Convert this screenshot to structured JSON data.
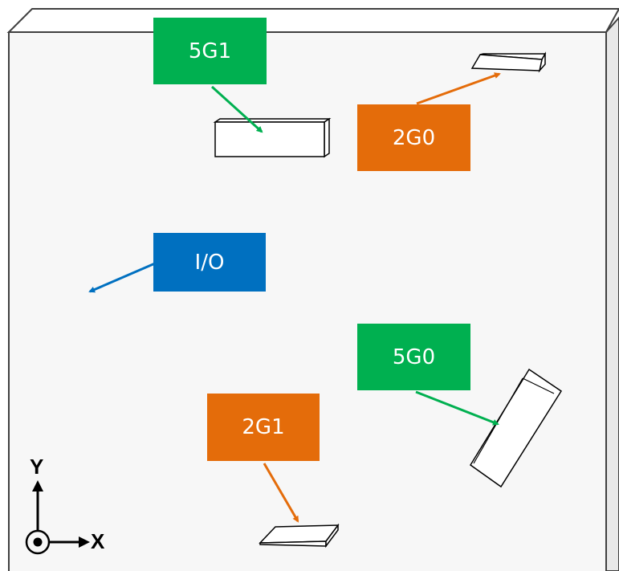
{
  "colors": {
    "green": "#00b050",
    "orange": "#e46c0a",
    "blue": "#0070c0",
    "outline": "#404040",
    "panel": "#f7f7f7"
  },
  "labels": {
    "g5_1": "5G1",
    "g2_0": "2G0",
    "io": "I/O",
    "g5_0": "5G0",
    "g2_1": "2G1"
  },
  "axes": {
    "x": "X",
    "y": "Y"
  }
}
